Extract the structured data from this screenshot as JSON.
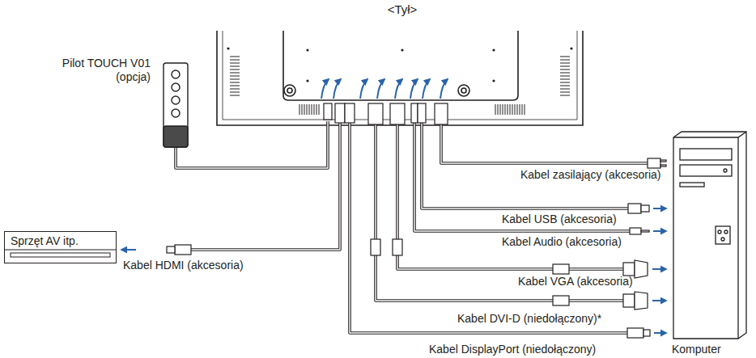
{
  "diagram": {
    "title": "<Tył>",
    "nodes": [
      {
        "text": [
          "Sprzęt AV itp."
        ]
      },
      {
        "text": [
          "Komputer"
        ]
      }
    ],
    "labels": [
      "Pilot TOUCH V01 (opcja)",
      "Kabel zasilający (akcesoria)",
      "Kabel USB (akcesoria)",
      "Kabel Audio (akcesoria)",
      "Kabel HDMI (akcesoria)",
      "Kabel VGA (akcesoria)",
      "Kabel DVI-D (niedołączony)*",
      "Kabel DisplayPort (niedołączony)"
    ]
  }
}
